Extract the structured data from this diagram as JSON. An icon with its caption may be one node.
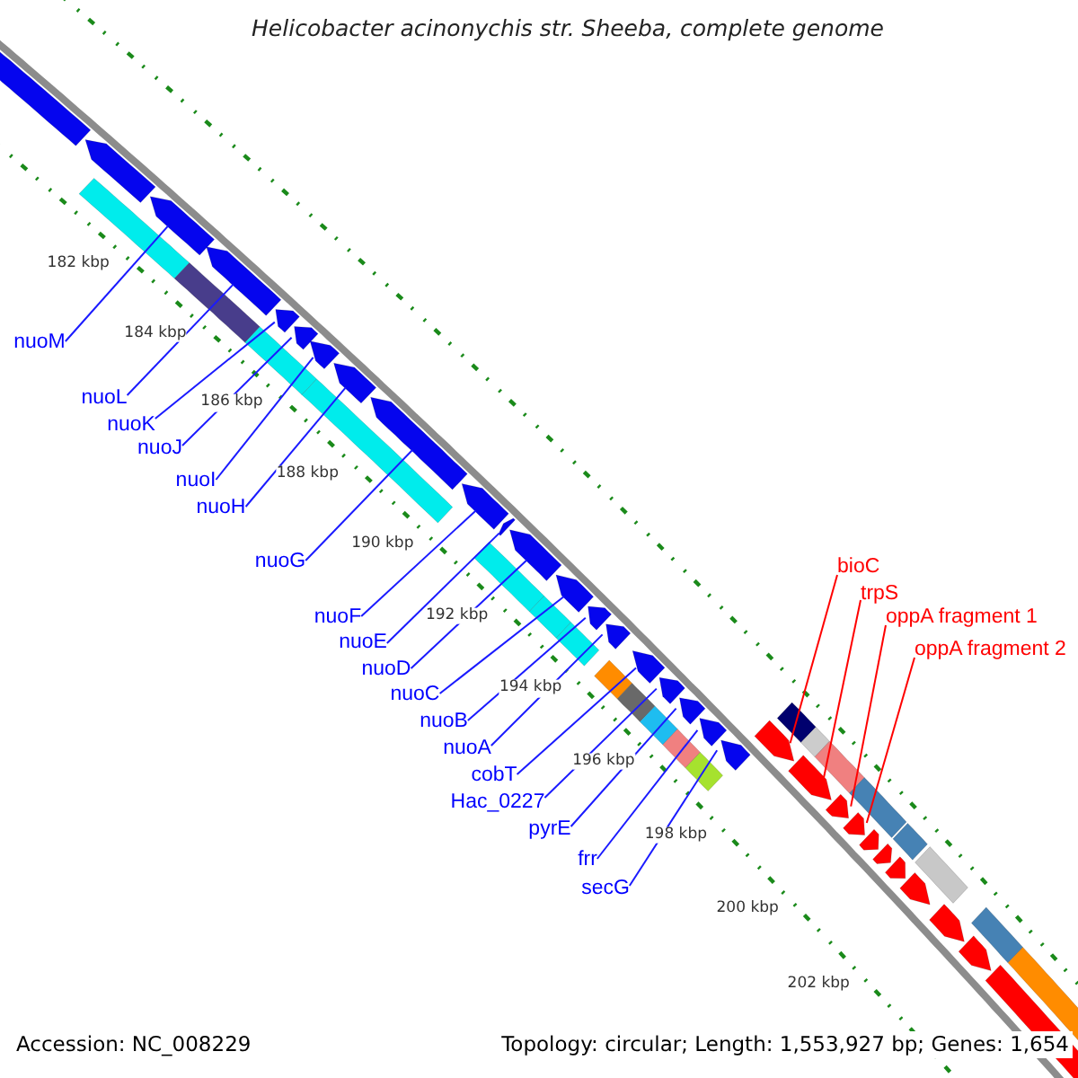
{
  "diagram": {
    "title": "Helicobacter acinonychis str. Sheeba, complete genome",
    "nodes": [
      {
        "text": [
          "nuoM"
        ]
      },
      {
        "text": [
          "nuoL"
        ]
      },
      {
        "text": [
          "nuoK"
        ]
      },
      {
        "text": [
          "nuoJ"
        ]
      },
      {
        "text": [
          "nuoI"
        ]
      },
      {
        "text": [
          "nuoH"
        ]
      },
      {
        "text": [
          "nuoG"
        ]
      },
      {
        "text": [
          "nuoF"
        ]
      },
      {
        "text": [
          "nuoE"
        ]
      },
      {
        "text": [
          "nuoD"
        ]
      },
      {
        "text": [
          "nuoC"
        ]
      },
      {
        "text": [
          "nuoB"
        ]
      },
      {
        "text": [
          "nuoA"
        ]
      },
      {
        "text": [
          "cobT"
        ]
      },
      {
        "text": [
          "Hac_0227"
        ]
      },
      {
        "text": [
          "pyrE"
        ]
      },
      {
        "text": [
          "frr"
        ]
      },
      {
        "text": [
          "secG"
        ]
      },
      {
        "text": [
          "bioC"
        ]
      },
      {
        "text": [
          "trpS"
        ]
      },
      {
        "text": [
          "oppA fragment 1"
        ]
      },
      {
        "text": [
          "oppA fragment 2"
        ]
      },
      {
        "text": [],
        "shape": "pentagon"
      },
      {
        "text": [],
        "shape": "pentagon"
      },
      {
        "text": [],
        "shape": "pentagon"
      },
      {
        "text": [],
        "shape": "pentagon"
      },
      {
        "text": [],
        "shape": "pentagon"
      },
      {
        "text": [],
        "shape": "pentagon"
      },
      {
        "text": [],
        "shape": "pentagon"
      },
      {
        "text": [],
        "shape": "pentagon"
      },
      {
        "text": [],
        "shape": "pentagon"
      },
      {
        "text": [],
        "shape": "pentagon"
      },
      {
        "text": [],
        "shape": "pentagon"
      },
      {
        "text": [],
        "shape": "pentagon"
      },
      {
        "text": [],
        "shape": "pentagon"
      },
      {
        "text": [],
        "shape": "pentagon"
      },
      {
        "text": [],
        "shape": "pentagon"
      },
      {
        "text": [],
        "shape": "pentagon"
      },
      {
        "text": [],
        "shape": "pentagon"
      },
      {
        "text": [],
        "shape": "pentagon"
      },
      {
        "text": [],
        "shape": "pentagon"
      },
      {
        "text": [],
        "shape": "pentagon"
      },
      {
        "text": [],
        "shape": "pentagon"
      },
      {
        "text": [],
        "shape": "pentagon"
      },
      {
        "text": [],
        "shape": "pentagon"
      },
      {
        "text": [],
        "shape": "pentagon"
      },
      {
        "text": [],
        "shape": "pentagon"
      },
      {
        "text": [],
        "shape": "pentagon"
      },
      {
        "text": [],
        "shape": "pentagon"
      },
      {
        "text": [],
        "shape": "pentagon"
      },
      {
        "text": [],
        "shape": "pentagon"
      },
      {
        "text": [],
        "shape": "pentagon"
      },
      {
        "text": [],
        "shape": "pentagon"
      }
    ],
    "edges": [
      {
        "from": 0,
        "to": 24,
        "arrow": "none"
      },
      {
        "from": 1,
        "to": 25,
        "arrow": "none"
      },
      {
        "from": 2,
        "to": 26,
        "arrow": "none"
      },
      {
        "from": 3,
        "to": 27,
        "arrow": "none"
      },
      {
        "from": 4,
        "to": 28,
        "arrow": "none"
      },
      {
        "from": 5,
        "to": 29,
        "arrow": "none"
      },
      {
        "from": 6,
        "to": 30,
        "arrow": "none"
      },
      {
        "from": 7,
        "to": 31,
        "arrow": "none"
      },
      {
        "from": 8,
        "to": 32,
        "arrow": "none"
      },
      {
        "from": 9,
        "to": 33,
        "arrow": "none"
      },
      {
        "from": 10,
        "to": 34,
        "arrow": "none"
      },
      {
        "from": 11,
        "to": 35,
        "arrow": "none"
      },
      {
        "from": 12,
        "to": 36,
        "arrow": "none"
      },
      {
        "from": 13,
        "to": 37,
        "arrow": "none"
      },
      {
        "from": 14,
        "to": 38,
        "arrow": "none"
      },
      {
        "from": 15,
        "to": 39,
        "arrow": "none"
      },
      {
        "from": 16,
        "to": 40,
        "arrow": "none"
      },
      {
        "from": 17,
        "to": 41,
        "arrow": "none"
      },
      {
        "from": 18,
        "to": 42,
        "arrow": "none",
        "color": "#ff0000"
      },
      {
        "from": 19,
        "to": 43,
        "arrow": "none",
        "color": "#ff0000"
      },
      {
        "from": 20,
        "to": 44,
        "arrow": "none",
        "color": "#ff0000"
      },
      {
        "from": 21,
        "to": 45,
        "arrow": "none",
        "color": "#ff0000"
      }
    ],
    "labels": [
      "182 kbp",
      "184 kbp",
      "186 kbp",
      "188 kbp",
      "190 kbp",
      "192 kbp",
      "194 kbp",
      "196 kbp",
      "198 kbp",
      "200 kbp",
      "202 kbp",
      "Accession: NC_008229",
      "Topology: circular; Length: 1,553,927 bp; Genes: 1,654"
    ]
  }
}
